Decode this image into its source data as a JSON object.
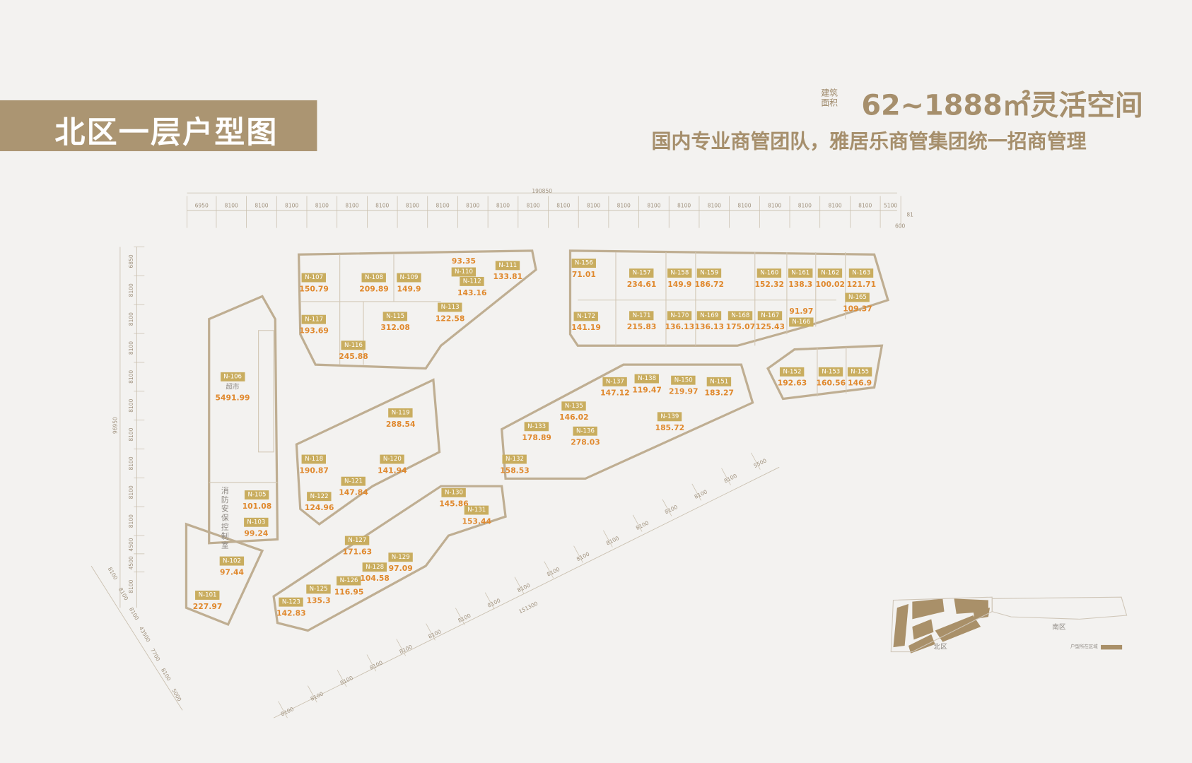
{
  "title": "北区一层户型图",
  "header": {
    "area_label": "建筑面积",
    "area_range": "62~1888㎡灵活空间",
    "subtitle": "国内专业商管团队，雅居乐商管集团统一招商管理"
  },
  "colors": {
    "banner": "#ab9572",
    "unit_badge": "#c9ad5f",
    "unit_area": "#e0892e",
    "walls": "#bfae92",
    "highlight": "#a99069"
  },
  "dimensions": {
    "top_total": "190850",
    "top": [
      "6950",
      "8100",
      "8100",
      "8100",
      "8100",
      "8100",
      "8100",
      "8100",
      "8100",
      "8100",
      "8100",
      "8100",
      "8100",
      "8100",
      "8100",
      "8100",
      "8100",
      "8100",
      "8100",
      "8100",
      "8100",
      "8100",
      "8100",
      "5100"
    ],
    "top_right": [
      "81",
      "600"
    ],
    "left_total": "96950",
    "left": [
      "6850",
      "8100",
      "8100",
      "8100",
      "8100",
      "8100",
      "8100",
      "8100",
      "8100",
      "8100",
      "4500",
      "4500",
      "8100"
    ],
    "bottom_total": "151300",
    "bottom": [
      "8100",
      "8100",
      "8100",
      "8100",
      "8100",
      "8100",
      "8100",
      "8100",
      "8100",
      "8100",
      "8100",
      "8100",
      "8100",
      "8100",
      "8100",
      "8100",
      "5500"
    ],
    "bottom_left": [
      "8100",
      "8100",
      "8100",
      "43500",
      "7700",
      "8100",
      "5000"
    ]
  },
  "special_rooms": {
    "supermarket": "超市",
    "fire_control": "消防安保控制室"
  },
  "units": [
    {
      "id": "N-107",
      "area": "150.79"
    },
    {
      "id": "N-108",
      "area": "209.89"
    },
    {
      "id": "N-109",
      "area": "149.9"
    },
    {
      "id": "N-110",
      "area": "93.35"
    },
    {
      "id": "N-111",
      "area": "133.81"
    },
    {
      "id": "N-112",
      "area": "143.16"
    },
    {
      "id": "N-113",
      "area": "122.58"
    },
    {
      "id": "N-117",
      "area": "193.69"
    },
    {
      "id": "N-115",
      "area": "312.08"
    },
    {
      "id": "N-116",
      "area": "245.88"
    },
    {
      "id": "N-156",
      "area": "71.01"
    },
    {
      "id": "N-157",
      "area": "234.61"
    },
    {
      "id": "N-158",
      "area": "149.9"
    },
    {
      "id": "N-159",
      "area": "186.72"
    },
    {
      "id": "N-160",
      "area": "152.32"
    },
    {
      "id": "N-161",
      "area": "138.3"
    },
    {
      "id": "N-162",
      "area": "100.02"
    },
    {
      "id": "N-163",
      "area": "121.71"
    },
    {
      "id": "N-165",
      "area": "109.37"
    },
    {
      "id": "N-172",
      "area": "141.19"
    },
    {
      "id": "N-171",
      "area": "215.83"
    },
    {
      "id": "N-170",
      "area": "136.13"
    },
    {
      "id": "N-169",
      "area": "136.13"
    },
    {
      "id": "N-168",
      "area": "175.07"
    },
    {
      "id": "N-167",
      "area": "125.43"
    },
    {
      "id": "N-166",
      "area": "91.97"
    },
    {
      "id": "N-106",
      "area": "5491.99"
    },
    {
      "id": "N-119",
      "area": "288.54"
    },
    {
      "id": "N-118",
      "area": "190.87"
    },
    {
      "id": "N-120",
      "area": "141.94"
    },
    {
      "id": "N-121",
      "area": "147.84"
    },
    {
      "id": "N-122",
      "area": "124.96"
    },
    {
      "id": "N-105",
      "area": "101.08"
    },
    {
      "id": "N-103",
      "area": "99.24"
    },
    {
      "id": "N-102",
      "area": "97.44"
    },
    {
      "id": "N-101",
      "area": "227.97"
    },
    {
      "id": "N-130",
      "area": "145.86"
    },
    {
      "id": "N-131",
      "area": "153.44"
    },
    {
      "id": "N-127",
      "area": "171.63"
    },
    {
      "id": "N-129",
      "area": "97.09"
    },
    {
      "id": "N-128",
      "area": "104.58"
    },
    {
      "id": "N-126",
      "area": "116.95"
    },
    {
      "id": "N-125",
      "area": "135.3"
    },
    {
      "id": "N-123",
      "area": "142.83"
    },
    {
      "id": "N-137",
      "area": "147.12"
    },
    {
      "id": "N-138",
      "area": "119.47"
    },
    {
      "id": "N-150",
      "area": "219.97"
    },
    {
      "id": "N-151",
      "area": "183.27"
    },
    {
      "id": "N-135",
      "area": "146.02"
    },
    {
      "id": "N-133",
      "area": "178.89"
    },
    {
      "id": "N-136",
      "area": "278.03"
    },
    {
      "id": "N-139",
      "area": "185.72"
    },
    {
      "id": "N-132",
      "area": "158.53"
    },
    {
      "id": "N-152",
      "area": "192.63"
    },
    {
      "id": "N-153",
      "area": "160.56"
    },
    {
      "id": "N-155",
      "area": "146.9"
    }
  ],
  "minimap": {
    "north_label": "北区",
    "south_label": "南区",
    "legend": "户型所在区域"
  }
}
